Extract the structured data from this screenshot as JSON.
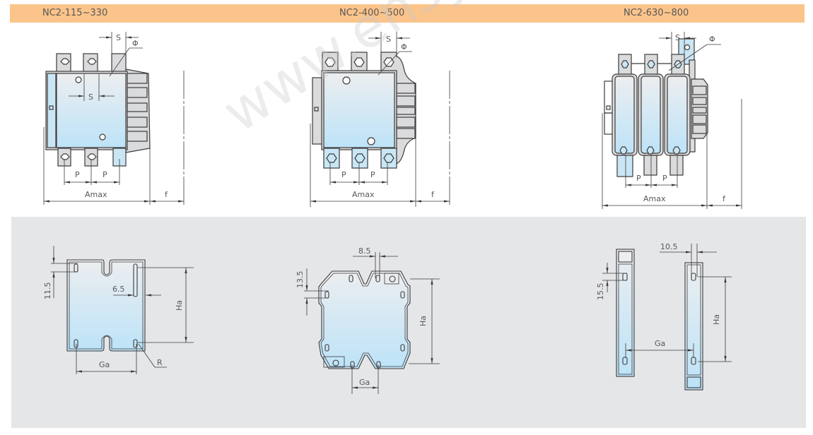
{
  "header": {
    "models": [
      {
        "label": "NC2-115~330"
      },
      {
        "label": "NC2-400~500"
      },
      {
        "label": "NC2-630~800"
      }
    ],
    "bar_color": "#fbc48b"
  },
  "outline_drawings": [
    {
      "model": "NC2-115~330",
      "dimensions": {
        "s_top": "S",
        "phi": "Φ",
        "s_inner": "S",
        "p1": "P",
        "p2": "P",
        "amax": "Amax",
        "f": "f"
      }
    },
    {
      "model": "NC2-400~500",
      "dimensions": {
        "s_top": "S",
        "phi": "Φ",
        "p1": "P",
        "p2": "P",
        "amax": "Amax",
        "f": "f"
      }
    },
    {
      "model": "NC2-630~800",
      "dimensions": {
        "s_top": "S",
        "phi": "Φ",
        "p1": "P",
        "p2": "P",
        "amax": "Amax",
        "f": "f"
      }
    }
  ],
  "mounting_drawings": [
    {
      "model": "NC2-115~330",
      "dimensions": {
        "slot_height": "11.5",
        "slot_offset": "6.5",
        "ha": "Ha",
        "ga": "Ga",
        "r": "R"
      }
    },
    {
      "model": "NC2-400~500",
      "dimensions": {
        "slot_width": "8.5",
        "slot_height": "13.5",
        "ha": "Ha",
        "ga": "Ga"
      }
    },
    {
      "model": "NC2-630~800",
      "dimensions": {
        "slot_width": "10.5",
        "slot_height": "15.5",
        "ha": "Ha",
        "ga": "Ga"
      }
    }
  ],
  "watermark": "www.ensy.com",
  "colors": {
    "panel_bg": "#e5e6e8",
    "line": "#3e3a39",
    "fill_light": "#eef0f2",
    "fill_blue": "#bfe2f6",
    "text": "#595757"
  }
}
